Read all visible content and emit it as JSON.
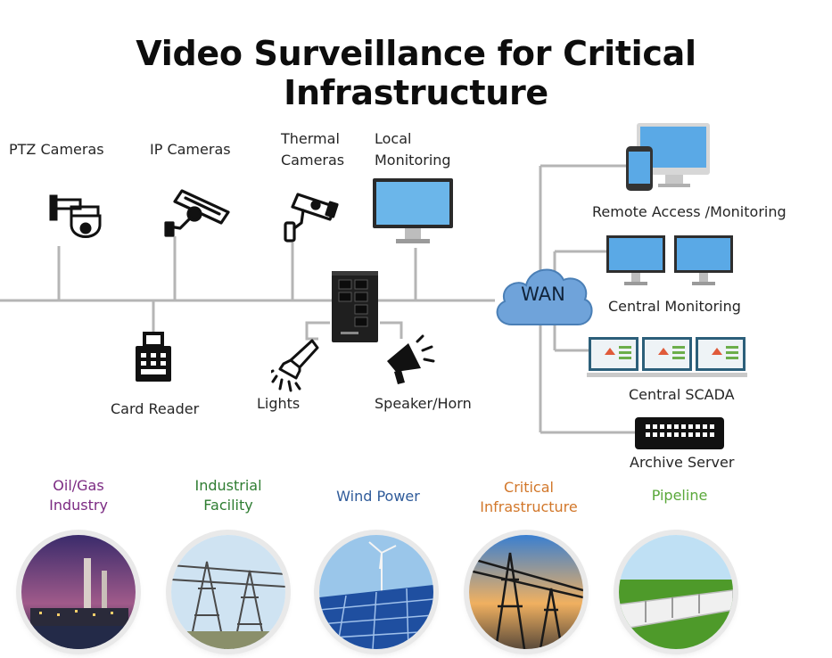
{
  "title": "Video Surveillance for Critical Infrastructure",
  "devices": {
    "ptz": "PTZ Cameras",
    "ip": "IP Cameras",
    "thermal_1": "Thermal",
    "thermal_2": "Cameras",
    "local_1": "Local",
    "local_2": "Monitoring",
    "card_reader": "Card Reader",
    "lights": "Lights",
    "speaker": "Speaker/Horn"
  },
  "network": {
    "wan": "WAN",
    "remote": "Remote Access /Monitoring",
    "central_monitoring": "Central Monitoring",
    "central_scada": "Central SCADA",
    "archive": "Archive Server"
  },
  "industries": [
    {
      "line1": "Oil/Gas",
      "line2": "Industry",
      "color": "#7b2a82"
    },
    {
      "line1": "Industrial",
      "line2": "Facility",
      "color": "#2f7d32"
    },
    {
      "line1": "Wind Power",
      "line2": "",
      "color": "#2f5b9a"
    },
    {
      "line1": "Critical",
      "line2": "Infrastructure",
      "color": "#d2772a"
    },
    {
      "line1": "Pipeline",
      "line2": "",
      "color": "#5aa83a"
    }
  ],
  "colors": {
    "line": "#b5b5b5",
    "cloud": "#6fa3da",
    "screen": "#5aa9e6"
  }
}
